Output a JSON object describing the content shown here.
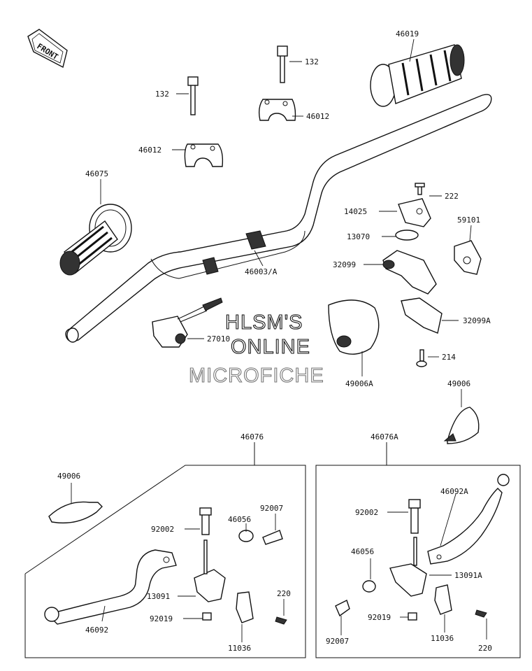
{
  "front_label": "FRONT",
  "watermark": [
    "HLSM'S",
    "ONLINE",
    "MICROFICHE"
  ],
  "labels": {
    "p46019": "46019",
    "p132a": "132",
    "p132b": "132",
    "p46012a": "46012",
    "p46012b": "46012",
    "p46075": "46075",
    "p222": "222",
    "p14025": "14025",
    "p59101": "59101",
    "p13070": "13070",
    "p32099": "32099",
    "p46003": "46003/A",
    "p32099A": "32099A",
    "p27010": "27010",
    "p214": "214",
    "p49006A": "49006A",
    "p49006r": "49006",
    "p46076": "46076",
    "p46076A": "46076A",
    "p49006l": "49006",
    "p92007a": "92007",
    "p92002a": "92002",
    "p46056a": "46056",
    "p13091": "13091",
    "p220a": "220",
    "p92019a": "92019",
    "p46092": "46092",
    "p11036a": "11036",
    "p46092A": "46092A",
    "p92002b": "92002",
    "p46056b": "46056",
    "p13091A": "13091A",
    "p92007b": "92007",
    "p92019b": "92019",
    "p11036b": "11036",
    "p220b": "220"
  }
}
